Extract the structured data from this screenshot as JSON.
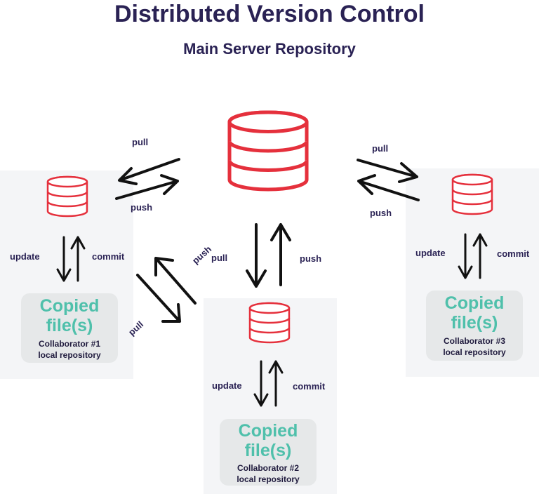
{
  "title": "Distributed Version Control",
  "subtitle": "Main Server Repository",
  "main_repo_labels": {
    "left_pull": "pull",
    "left_push": "push",
    "right_pull": "pull",
    "right_push": "push",
    "center_pull": "pull",
    "center_push": "push"
  },
  "diag_labels": {
    "push": "push",
    "pull": "pull"
  },
  "collaborators": [
    {
      "copied": "Copied",
      "files": "file(s)",
      "name": "Collaborator #1",
      "repo": "local repository",
      "update": "update",
      "commit": "commit"
    },
    {
      "copied": "Copied",
      "files": "file(s)",
      "name": "Collaborator #2",
      "repo": "local repository",
      "update": "update",
      "commit": "commit"
    },
    {
      "copied": "Copied",
      "files": "file(s)",
      "name": "Collaborator #3",
      "repo": "local repository",
      "update": "update",
      "commit": "commit"
    }
  ],
  "colors": {
    "database": "#e5303c",
    "copied_text": "#4fc0ab",
    "title": "#2a2254",
    "arrow": "#111111",
    "panel": "#f4f5f7",
    "files_box": "#e6e8e9"
  }
}
